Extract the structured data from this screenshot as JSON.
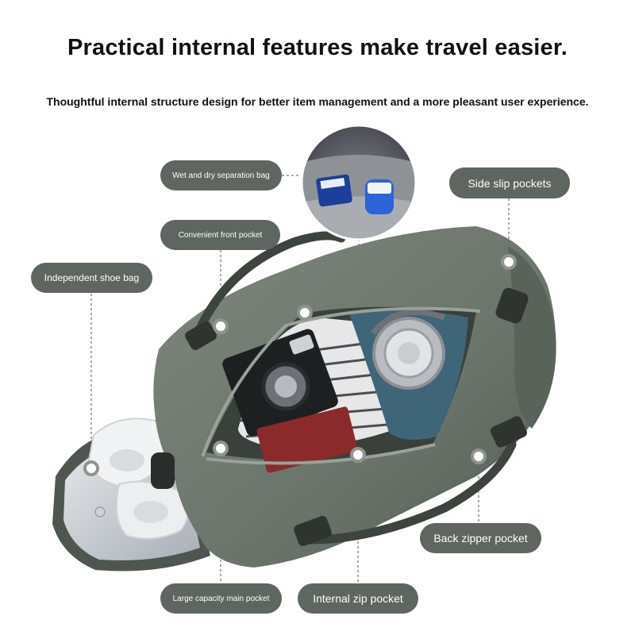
{
  "header": {
    "title": "Practical internal features make travel easier.",
    "subtitle": "Thoughtful internal structure design for better item management and a more pleasant user experience."
  },
  "callouts": {
    "wet_dry": "Wet and dry separation bag",
    "front_pocket": "Convenient front pocket",
    "shoe_bag": "Independent shoe bag",
    "side_slip": "Side slip pockets",
    "back_zipper": "Back zipper pocket",
    "main_pocket": "Large capacity main pocket",
    "internal_zip": "Internal zip pocket"
  },
  "colors": {
    "pill": "#5f655f",
    "bag": "#6f7a6f",
    "bag_dark": "#4f584f",
    "strap": "#3d433d",
    "lining": "#c3c8cc",
    "marker": "#ffffff"
  }
}
